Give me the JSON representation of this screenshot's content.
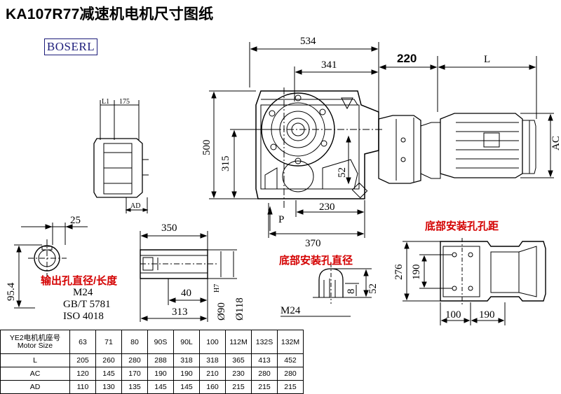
{
  "title": "KA107R77减速机电机尺寸图纸",
  "brand": "BOSERL",
  "dims": {
    "d534": "534",
    "d341": "341",
    "d220": "220",
    "dL": "L",
    "dAC": "AC",
    "d500": "500",
    "d315": "315",
    "d52a": "52",
    "dP": "P",
    "d230": "230",
    "d370": "370",
    "dL1": "L1",
    "d175": "175",
    "dAD": "AD",
    "d25": "25",
    "d95": "95.4",
    "d350": "350",
    "d40": "40",
    "d313": "313",
    "dphi90": "Ø90",
    "dh7": "H7",
    "dphi118": "Ø118",
    "d52b": "52",
    "d8": "8",
    "dM24": "M24",
    "d276": "276",
    "d190a": "190",
    "d100": "100",
    "d190b": "190"
  },
  "labels": {
    "shaft_bore": "输出孔直径/长度",
    "mount_hole_dia": "底部安装孔直径",
    "mount_hole_dist": "底部安装孔孔距",
    "std1": "M24",
    "std2": "GB/T 5781",
    "std3": "ISO 4018"
  },
  "table": {
    "header": [
      "YE2电机机座号",
      "Motor Size"
    ],
    "sizes": [
      "63",
      "71",
      "80",
      "90S",
      "90L",
      "100",
      "112M",
      "132S",
      "132M"
    ],
    "rows": [
      {
        "label": "L",
        "values": [
          "205",
          "260",
          "280",
          "288",
          "318",
          "318",
          "365",
          "413",
          "452"
        ]
      },
      {
        "label": "AC",
        "values": [
          "120",
          "145",
          "170",
          "190",
          "190",
          "210",
          "230",
          "280",
          "280"
        ]
      },
      {
        "label": "AD",
        "values": [
          "110",
          "130",
          "135",
          "145",
          "145",
          "160",
          "215",
          "215",
          "215"
        ]
      }
    ]
  }
}
